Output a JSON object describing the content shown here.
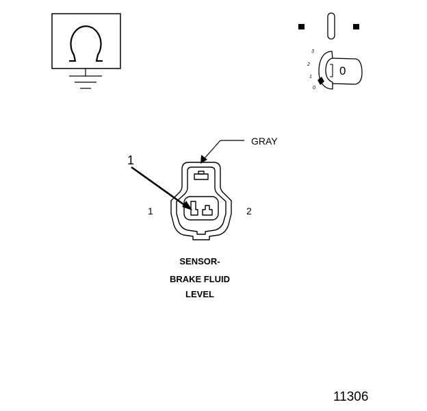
{
  "figure_id": "11306",
  "wire_color_label": "GRAY",
  "callout_number": "1",
  "pin_labels": {
    "left": "1",
    "right": "2"
  },
  "component_name_lines": [
    "SENSOR-",
    "BRAKE FLUID",
    "LEVEL"
  ],
  "ignition_positions": [
    "3",
    "2",
    "1",
    "0"
  ],
  "ignition_key_label": "0",
  "icons": {
    "ohmmeter": "ohm-symbol-icon",
    "ground": "ground-icon",
    "ignition": "ignition-switch-icon",
    "connector": "two-pin-connector-icon"
  }
}
